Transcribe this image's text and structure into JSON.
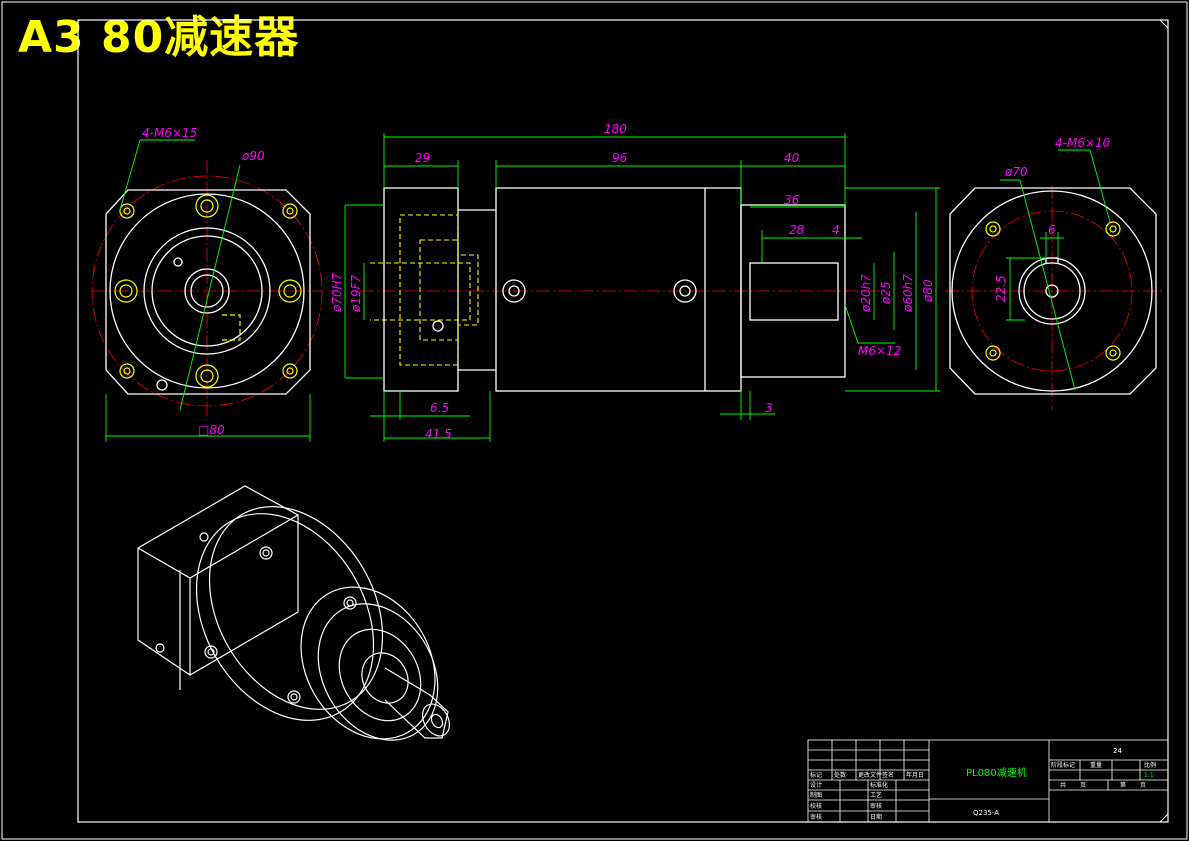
{
  "title": "A3  80减速器",
  "colors": {
    "background": "#000000",
    "outline": "#ffffff",
    "dimension": "#00ff00",
    "dimension_text": "#ff00ff",
    "hidden": "#ffff00",
    "centerline": "#ff0000",
    "title_text": "#ffff00"
  },
  "front_view": {
    "thread_label": "4-M6×15",
    "diameter_label": "ø90",
    "square_label": "□80"
  },
  "side_view": {
    "overall_length": "180",
    "flange_len": "29",
    "body_len": "96",
    "shaft_len": "40",
    "shaft_key_len": "36",
    "key_len": "28",
    "key_offset": "4",
    "bore_fit": "ø70H7",
    "bore_small": "ø19F7",
    "shaft_dia": "ø20h7",
    "shaft_step": "ø25",
    "pilot_dia": "ø60h7",
    "body_dia": "ø80",
    "end_thread": "M6×12",
    "step_65": "6.5",
    "step_415": "41.5",
    "step_3": "3"
  },
  "right_view": {
    "thread_label": "4-M6×10",
    "pcd_label": "ø70",
    "key_width": "6",
    "key_height": "22.5"
  },
  "title_block": {
    "part_name": "PL080减速机",
    "material": "Q235-A",
    "scale_value": "1:1",
    "sheet_total": "24",
    "col_labels": [
      "标记",
      "处数",
      "更改文件",
      "签名",
      "年月日"
    ],
    "row_labels": [
      "设计",
      "制图",
      "校核",
      "审核"
    ],
    "mid_labels": [
      "标准化",
      "工艺",
      "审核",
      "日期"
    ],
    "right_labels": [
      "阶段标记",
      "重量",
      "比例"
    ],
    "sheet_labels": [
      "共",
      "页",
      "第",
      "页"
    ]
  }
}
